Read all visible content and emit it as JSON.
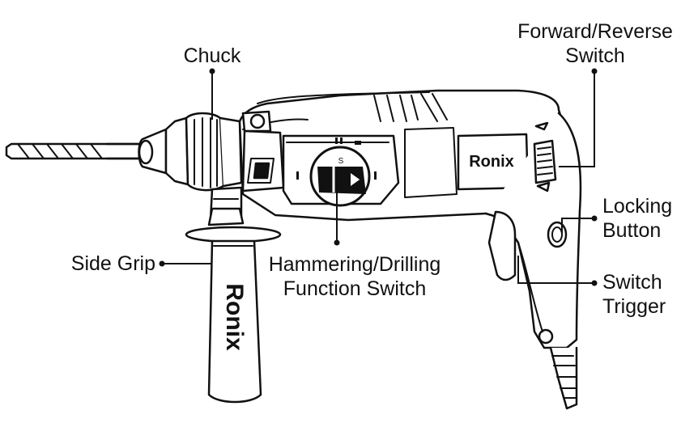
{
  "brand": "Ronix",
  "labels": {
    "chuck": "Chuck",
    "forward_reverse_line1": "Forward/Reverse",
    "forward_reverse_line2": "Switch",
    "locking_line1": "Locking",
    "locking_line2": "Button",
    "side_grip": "Side Grip",
    "hammering_line1": "Hammering/Drilling",
    "hammering_line2": "Function Switch",
    "trigger_line1": "Switch",
    "trigger_line2": "Trigger"
  },
  "selector_mark": "S"
}
